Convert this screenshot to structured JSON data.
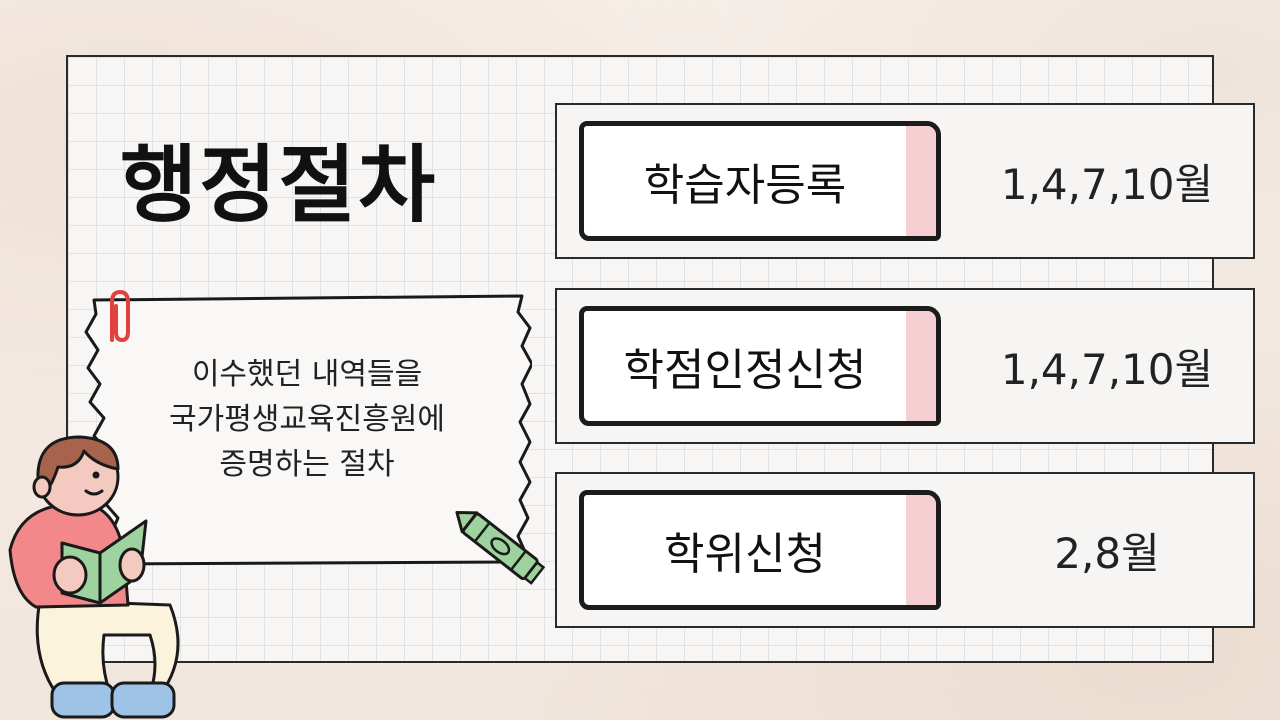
{
  "title": "행정절차",
  "note": {
    "lines": [
      "이수했던 내역들을",
      "국가평생교육진흥원에",
      "증명하는 절차"
    ]
  },
  "rows": [
    {
      "label": "학습자등록",
      "value": "1,4,7,10월"
    },
    {
      "label": "학점인정신청",
      "value": "1,4,7,10월"
    },
    {
      "label": "학위신청",
      "value": "2,8월"
    }
  ],
  "colors": {
    "accent_pink": "#f6cfd2",
    "crayon_green": "#9ed39f",
    "shirt_salmon": "#f2888a",
    "shoe_blue": "#9ec3e6"
  }
}
